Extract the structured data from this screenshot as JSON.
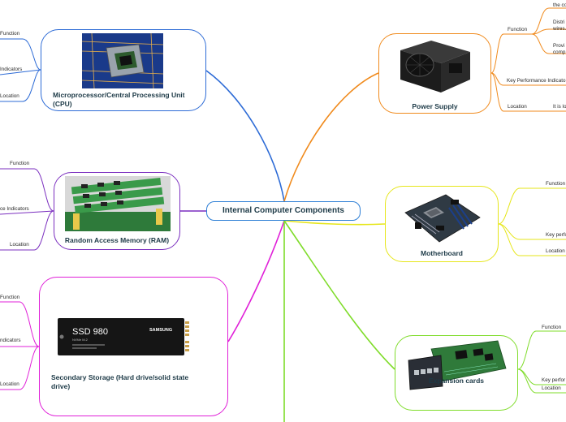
{
  "central": {
    "title": "Internal Computer Components"
  },
  "cpu": {
    "title": "Microprocessor/Central Processing Unit (CPU)",
    "image": "cpu-chip-photo",
    "color": "#2d6bd6",
    "labels": [
      "Function",
      "Indicators",
      "Location"
    ]
  },
  "ram": {
    "title": "Random Access Memory (RAM)",
    "image": "ram-modules-photo",
    "color": "#7b2fbf",
    "labels": [
      "Function",
      "ce Indicators",
      "Location"
    ]
  },
  "storage": {
    "title": "Secondary Storage (Hard drive/solid state drive)",
    "image": "ssd-photo",
    "color": "#e020d8",
    "ssd_text": "SSD 980",
    "ssd_sub": "NVMe M.2",
    "ssd_brand": "SAMSUNG",
    "labels": [
      "Function",
      "ndicators",
      "Location"
    ]
  },
  "psu": {
    "title": "Power Supply",
    "image": "power-supply-photo",
    "color": "#f08a1c",
    "labels": [
      "Function",
      "Key Performance Indicato",
      "Location"
    ],
    "details": [
      "the co",
      "Distri",
      "wires.",
      "Provi",
      "comp",
      "It is lo"
    ]
  },
  "motherboard": {
    "title": "Motherboard",
    "image": "motherboard-photo",
    "color": "#e6e61a",
    "labels": [
      "Function",
      "Key perfo",
      "Location"
    ]
  },
  "expansion": {
    "title": "Expansion cards",
    "image": "expansion-card-photo",
    "color": "#7fdc2a",
    "labels": [
      "Function",
      "Key perfor",
      "Location"
    ]
  }
}
